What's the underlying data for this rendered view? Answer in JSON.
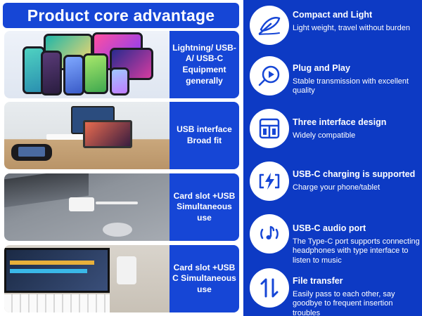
{
  "header": {
    "title": "Product core advantage"
  },
  "rows": [
    {
      "label": "Lightning/ USB-A/ USB-C Equipment generally"
    },
    {
      "label": "USB interface Broad fit"
    },
    {
      "label": "Card slot +USB Simultaneous use"
    },
    {
      "label": "Card slot +USB C Simultaneous use"
    }
  ],
  "features": [
    {
      "icon": "feather-icon",
      "title": "Compact and Light",
      "desc": "Light weight, travel without burden"
    },
    {
      "icon": "play-plug-icon",
      "title": "Plug and Play",
      "desc": "Stable transmission with excellent quality"
    },
    {
      "icon": "interface-grid-icon",
      "title": "Three interface design",
      "desc": "Widely compatible"
    },
    {
      "icon": "charging-battery-icon",
      "title": "USB-C charging is supported",
      "desc": "Charge your phone/tablet"
    },
    {
      "icon": "music-note-icon",
      "title": "USB-C audio port",
      "desc": "The Type-C port supports connecting headphones with type interface to listen to music"
    },
    {
      "icon": "transfer-arrows-icon",
      "title": "File transfer",
      "desc": "Easily pass to each other, say goodbye to frequent insertion troubles"
    }
  ],
  "colors": {
    "brand_blue": "#1646d6",
    "panel_blue": "#0d3ac4"
  }
}
